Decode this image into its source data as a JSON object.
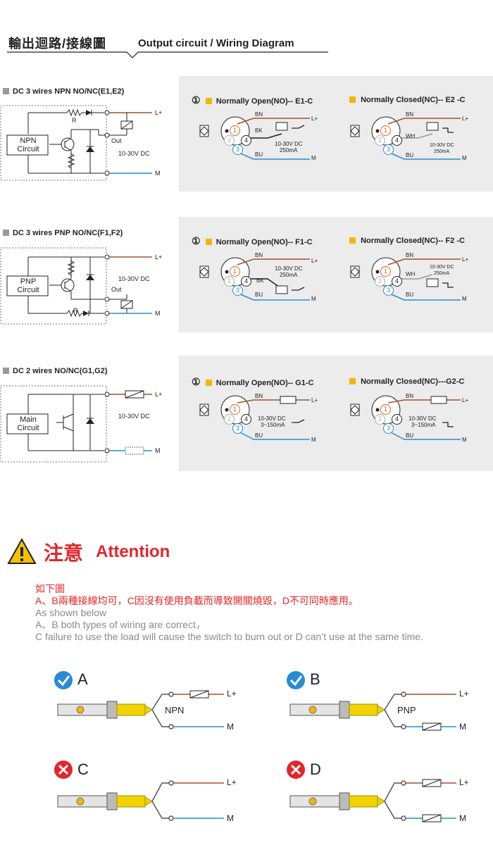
{
  "header": {
    "title_zh": "輸出迴路/接線圖",
    "title_en": "Output circuit / Wiring Diagram"
  },
  "sections": [
    {
      "title": "DC 3 wires NPN NO/NC(E1,E2)",
      "circuit_label": [
        "NPN",
        "Circuit"
      ],
      "voltage": "10-30V DC",
      "out_label": "Out",
      "no_title": "Normally Open(NO)-- E1-C",
      "nc_title": "Normally Closed(NC)-- E2 -C",
      "current": "250mA"
    },
    {
      "title": "DC 3 wires PNP NO/NC(F1,F2)",
      "circuit_label": [
        "PNP",
        "Circuit"
      ],
      "voltage": "10-30V DC",
      "out_label": "Out",
      "no_title": "Normally Open(NO)-- F1-C",
      "nc_title": "Normally Closed(NC)-- F2 -C",
      "current": "250mA"
    },
    {
      "title": "DC 2 wires NO/NC(G1,G2)",
      "circuit_label": [
        "Main",
        "Circuit"
      ],
      "voltage": "10-30V DC",
      "no_title": "Normally Open(NO)-- G1-C",
      "nc_title": "Normally Closed(NC)---G2-C",
      "current": "3~150mA"
    }
  ],
  "labels": {
    "lplus": "L+",
    "m": "M",
    "r": "R",
    "bn": "BN",
    "bk": "BK",
    "bu": "BU",
    "wh": "WH",
    "pin1": "1",
    "pin2": "2",
    "pin3": "3",
    "pin4": "4",
    "circled1": "①"
  },
  "attention": {
    "title_zh": "注意",
    "title_en": "Attention",
    "line1": "如下圖",
    "line2_prefix": "A、B",
    "line2_main": "兩種接線均可，",
    "line2_c": "C因沒有使用負載而導致開關燒毀，",
    "line2_d": "D不可同時應用。",
    "line3": "As shown below",
    "line4": "A、B both types of wiring are correct，",
    "line5": "C failure to use the load will cause the switch to burn out or D can’t use at the same time."
  },
  "examples": [
    {
      "letter": "A",
      "status": "correct",
      "label": "NPN"
    },
    {
      "letter": "B",
      "status": "correct",
      "label": "PNP"
    },
    {
      "letter": "C",
      "status": "wrong",
      "label": ""
    },
    {
      "letter": "D",
      "status": "wrong",
      "label": ""
    }
  ],
  "colors": {
    "brown": "#a0522d",
    "blue": "#2a8bd4",
    "red": "#e4262a",
    "yellow": "#f2b705",
    "check_blue": "#2a8bd4",
    "panel_gray": "#ececec"
  }
}
